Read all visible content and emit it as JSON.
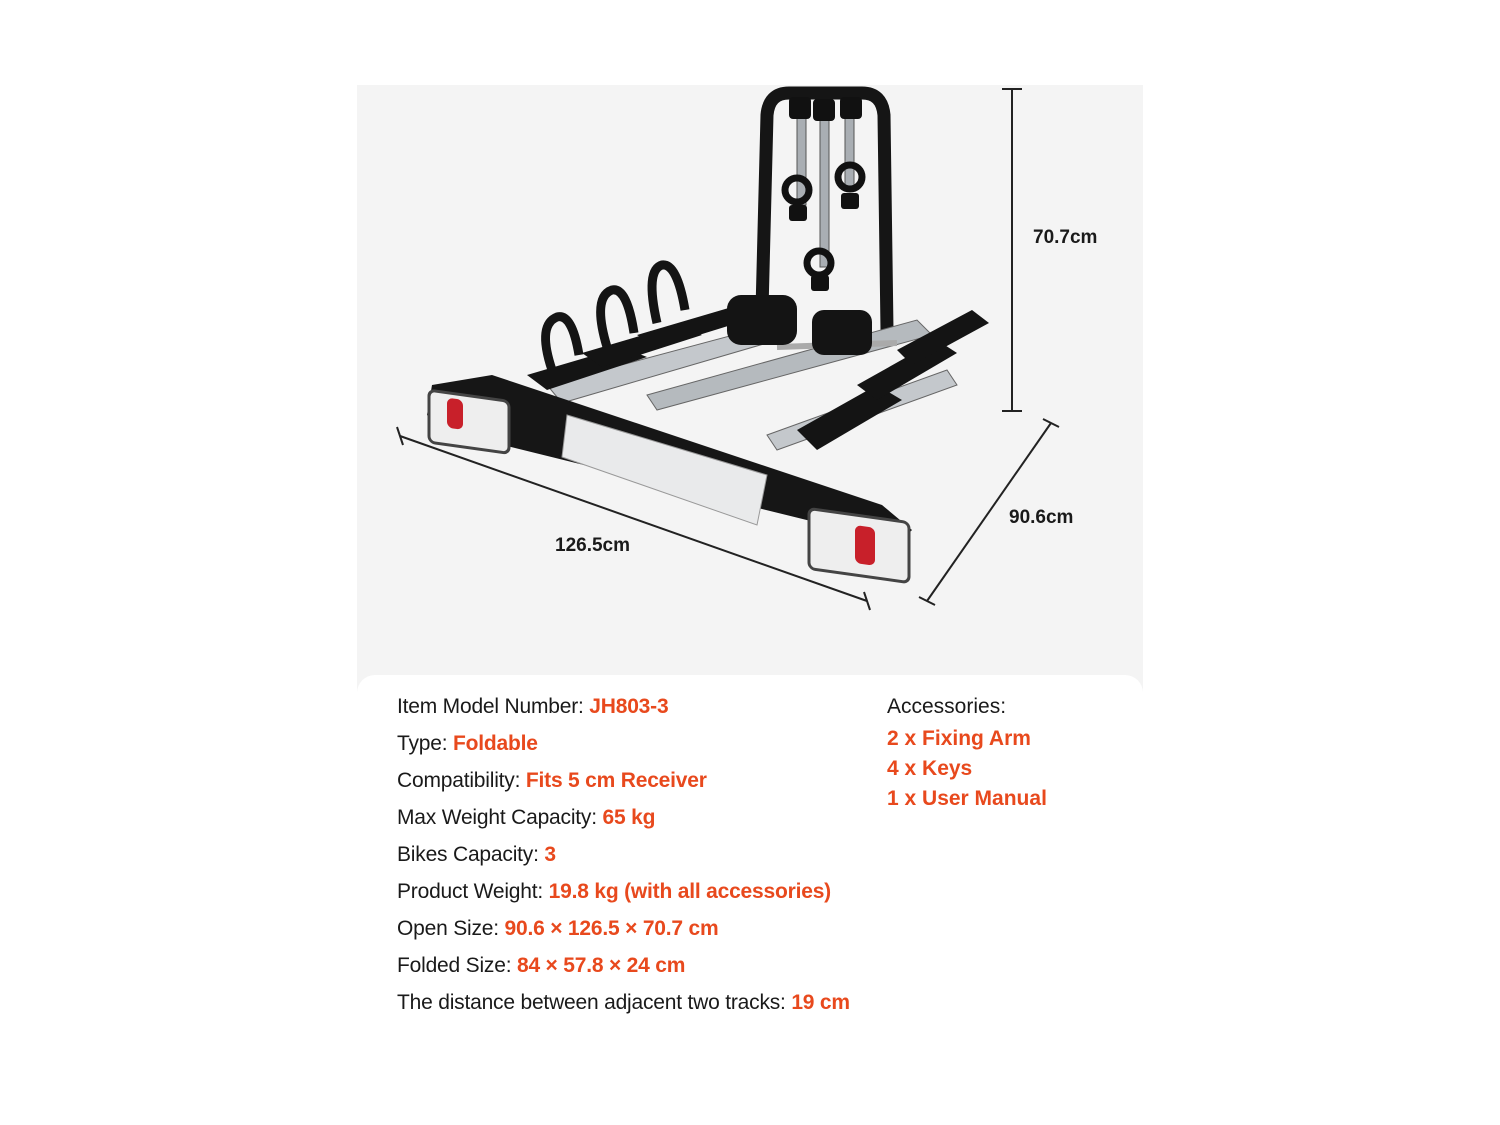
{
  "dimensions": {
    "height": "70.7cm",
    "length": "126.5cm",
    "depth": "90.6cm"
  },
  "specs": [
    {
      "label": "Item Model Number: ",
      "value": "JH803-3"
    },
    {
      "label": "Type: ",
      "value": "Foldable"
    },
    {
      "label": "Compatibility: ",
      "value": "Fits 5 cm Receiver"
    },
    {
      "label": "Max Weight Capacity: ",
      "value": "65 kg"
    },
    {
      "label": "Bikes Capacity: ",
      "value": "3"
    },
    {
      "label": "Product Weight: ",
      "value": "19.8 kg (with all accessories)"
    },
    {
      "label": "Open Size: ",
      "value": "90.6 × 126.5 × 70.7 cm"
    },
    {
      "label": "Folded Size: ",
      "value": "84 × 57.8 × 24 cm"
    },
    {
      "label": "The distance between adjacent two tracks: ",
      "value": "19 cm"
    }
  ],
  "accessories": {
    "title": "Accessories:",
    "items": [
      "2 x Fixing Arm",
      "4 x Keys",
      "1 x User Manual"
    ]
  },
  "colors": {
    "accent": "#e8491d",
    "text": "#1a1a1a",
    "card_background": "#f4f4f4"
  }
}
